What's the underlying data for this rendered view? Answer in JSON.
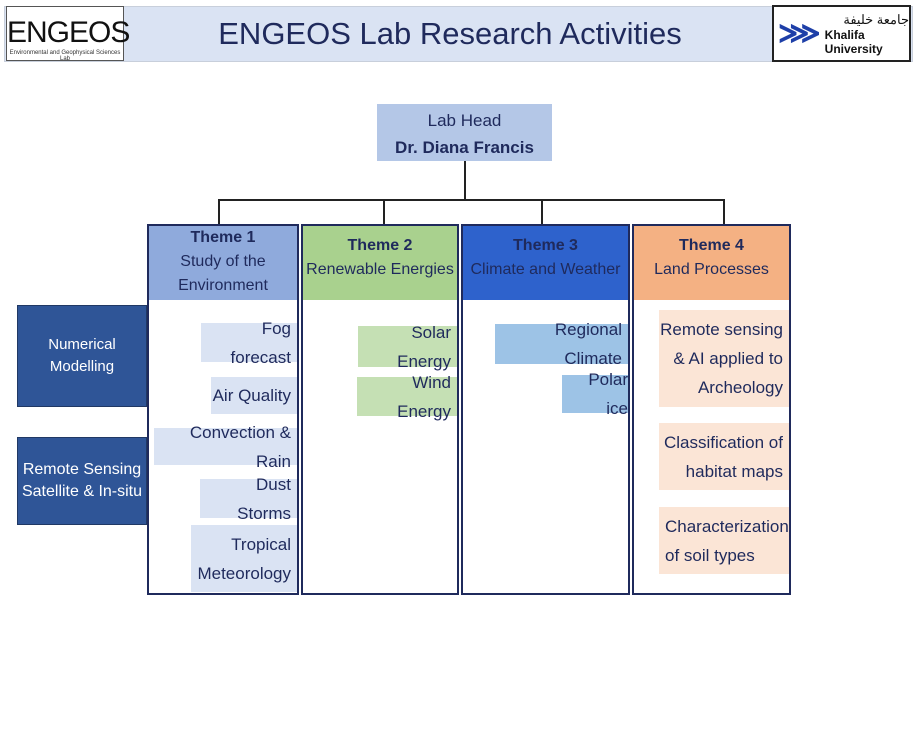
{
  "header": {
    "title": "ENGEOS Lab Research Activities",
    "logo_left": {
      "name": "ENGEOS",
      "subtitle": "Environmental and Geophysical Sciences Lab"
    },
    "logo_right": {
      "arabic": "جامعة خليفة",
      "english": "Khalifa University"
    }
  },
  "head": {
    "label": "Lab Head",
    "name": "Dr. Diana Francis"
  },
  "side": [
    "Numerical Modelling",
    "Remote Sensing Satellite & In-situ"
  ],
  "themes": [
    {
      "title": "Theme 1",
      "subtitle": "Study of the Environment",
      "color": "#8faadc",
      "items": [
        "Fog forecast",
        "Air Quality",
        "Convection & Rain",
        "Dust Storms",
        "Tropical Meteorology"
      ]
    },
    {
      "title": "Theme 2",
      "subtitle": "Renewable Energies",
      "color": "#a9d18e",
      "items": [
        "Solar Energy",
        "Wind Energy"
      ]
    },
    {
      "title": "Theme 3",
      "subtitle": "Climate and Weather",
      "color": "#2e62cc",
      "items": [
        "Regional Climate",
        "Polar ice"
      ]
    },
    {
      "title": "Theme 4",
      "subtitle": "Land Processes",
      "color": "#f4b183",
      "items": [
        "Remote sensing & AI applied to Archeology",
        "Classification of habitat maps",
        "Characterization of soil types"
      ]
    }
  ]
}
